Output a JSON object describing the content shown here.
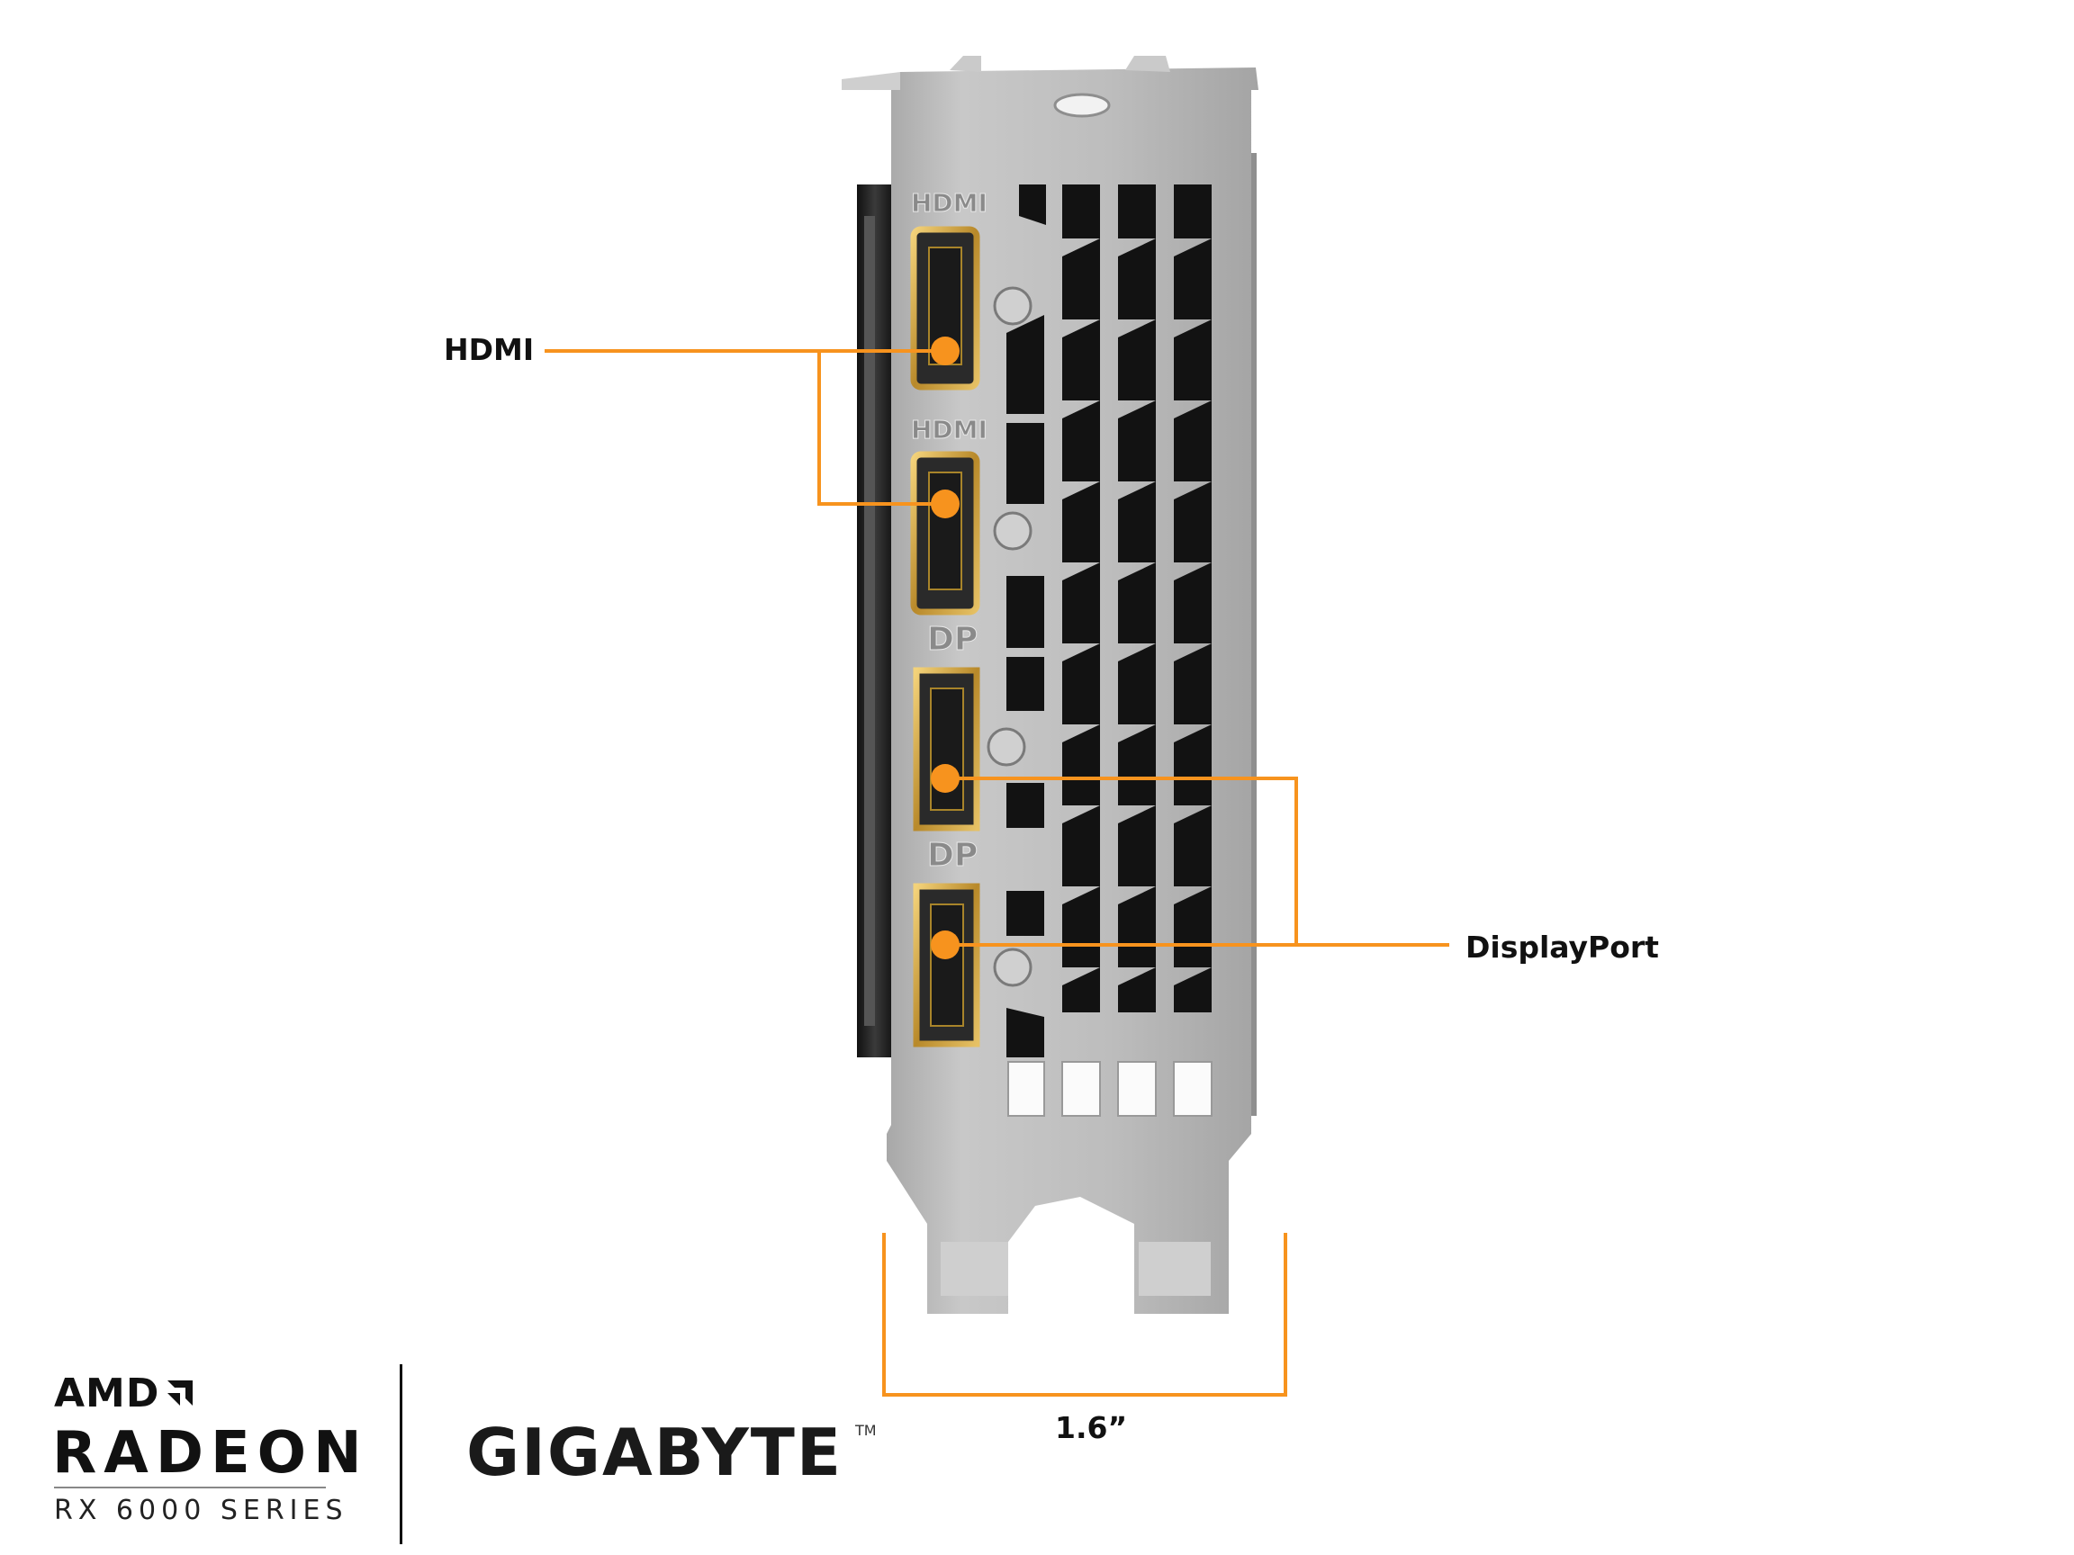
{
  "callouts": {
    "hdmi": "HDMI",
    "displayport": "DisplayPort",
    "width": "1.6”"
  },
  "port_labels": [
    "HDMI",
    "HDMI",
    "DP",
    "DP"
  ],
  "branding": {
    "amd": "AMD",
    "radeon": "RADEON",
    "series": "RX 6000 SERIES",
    "gigabyte": "GIGABYTE",
    "trademark": "TM"
  },
  "colors": {
    "accent": "#F7931E",
    "bracket": "#b9b9b9",
    "port_gold": "#c89b2e",
    "text": "#111111"
  },
  "icons": [
    "amd-arrow-icon"
  ]
}
